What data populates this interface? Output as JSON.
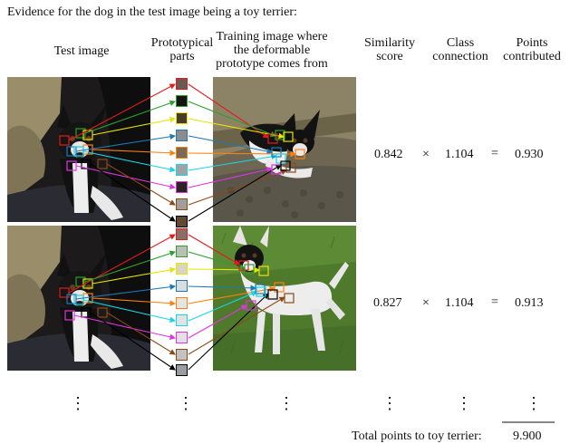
{
  "title": "Evidence for the dog in the test image being a toy terrier:",
  "headers": {
    "test_image": "Test image",
    "prototypical_parts": "Prototypical\nparts",
    "training_image": "Training image where\nthe deformable\nprototype comes from",
    "similarity_score": "Similarity\nscore",
    "class_connection": "Class\nconnection",
    "points_contributed": "Points\ncontributed"
  },
  "rows": [
    {
      "similarity": "0.842",
      "times": "×",
      "connection": "1.104",
      "equals": "=",
      "points": "0.930"
    },
    {
      "similarity": "0.827",
      "times": "×",
      "connection": "1.104",
      "equals": "=",
      "points": "0.913"
    }
  ],
  "ellipsis": "⋮",
  "total": {
    "label": "Total points to toy terrier:",
    "value": "9.900"
  },
  "part_colors": [
    "#e41a1c",
    "#2ca02c",
    "#e5e500",
    "#1f77b4",
    "#ff7f0e",
    "#17d4e6",
    "#e033e0",
    "#8c4a14",
    "#000000"
  ]
}
